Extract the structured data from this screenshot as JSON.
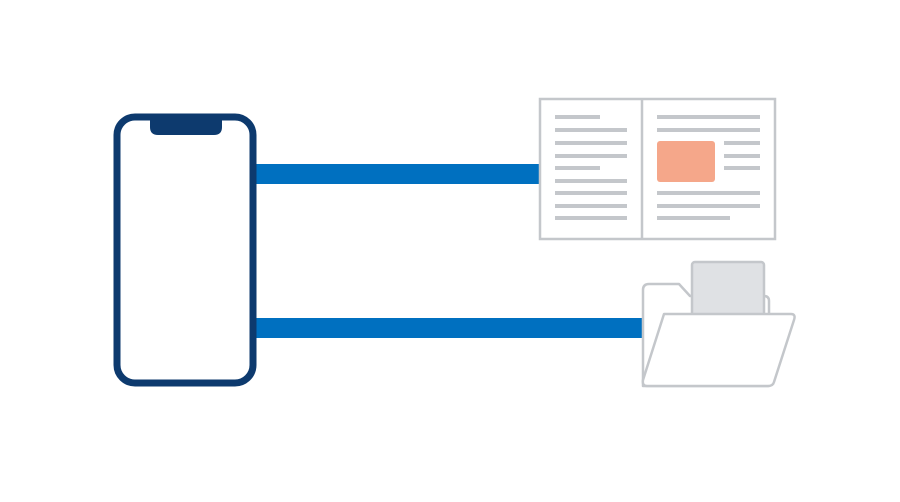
{
  "diagram": {
    "nodes": [
      {
        "id": "phone",
        "icon": "smartphone-icon"
      },
      {
        "id": "book",
        "icon": "open-book-icon"
      },
      {
        "id": "folder",
        "icon": "folder-with-document-icon"
      }
    ],
    "connections": [
      {
        "from": "phone",
        "to": "book"
      },
      {
        "from": "phone",
        "to": "folder"
      }
    ]
  },
  "colors": {
    "phone_outline": "#0d3a6e",
    "connector": "#0070c0",
    "book_outline": "#c4c7cb",
    "text_lines": "#c4c7cb",
    "highlight": "#f5a78a",
    "folder_outline": "#c4c7cb",
    "folder_document": "#dfe1e4",
    "background": "#ffffff"
  }
}
